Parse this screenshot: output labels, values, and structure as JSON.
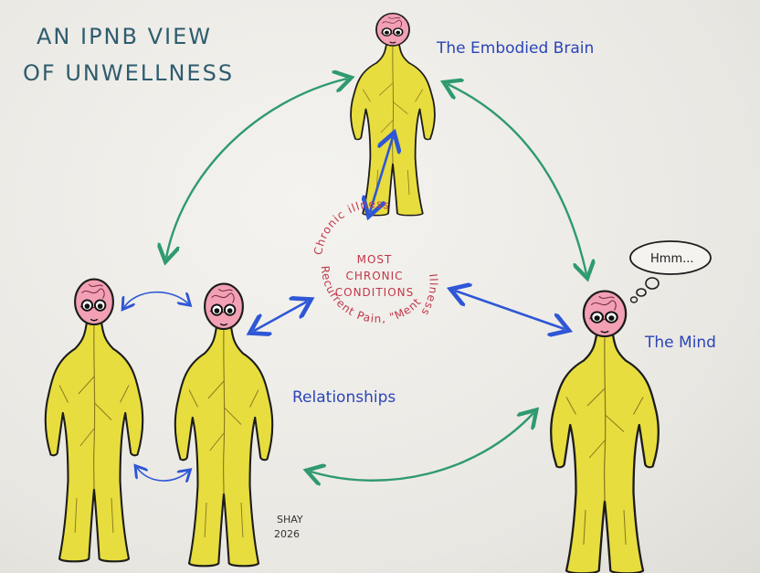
{
  "title": {
    "line1": "AN IPNB VIEW",
    "line2": "OF UNWELLNESS"
  },
  "labels": {
    "embodied_brain": "The Embodied Brain",
    "the_mind": "The Mind",
    "relationships": "Relationships",
    "thought": "Hmm..."
  },
  "center": {
    "line1": "MOST",
    "line2": "CHRONIC",
    "line3": "CONDITIONS",
    "ring_top": "Chronic illness",
    "ring_right": "Illness",
    "ring_bottom": "Recurrent Pain, \"Mental"
  },
  "signature": {
    "name": "SHAY",
    "year": "2026"
  },
  "colors": {
    "figure_fill": "#e7dd3e",
    "figure_stroke": "#1c1c1c",
    "green_arrow": "#2f9a6e",
    "blue_arrow": "#2e56d6",
    "red_text": "#c2364a",
    "brain": "#f2a0b4"
  }
}
